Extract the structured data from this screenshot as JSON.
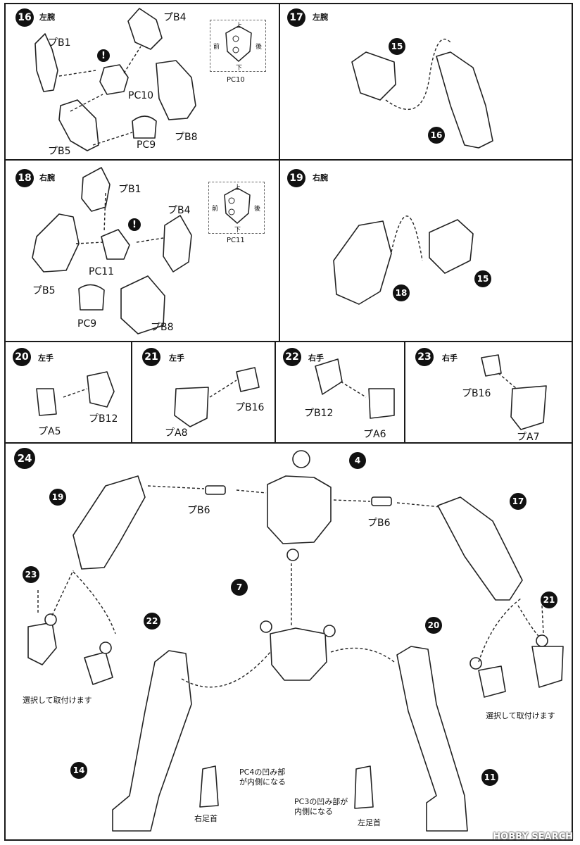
{
  "steps": {
    "s16": {
      "num": "16",
      "title": "左腕",
      "parts": [
        "プB1",
        "プB4",
        "PC10",
        "プB5",
        "PC9",
        "プB8"
      ],
      "pc_label": "PC10"
    },
    "s17": {
      "num": "17",
      "title": "左腕",
      "refs": [
        "15",
        "16"
      ]
    },
    "s18": {
      "num": "18",
      "title": "右腕",
      "parts": [
        "プB1",
        "プB4",
        "PC11",
        "プB5",
        "PC9",
        "プB8"
      ],
      "pc_label": "PC11"
    },
    "s19": {
      "num": "19",
      "title": "右腕",
      "refs": [
        "18",
        "15"
      ]
    },
    "s20": {
      "num": "20",
      "title": "左手",
      "parts": [
        "プA5",
        "プB12"
      ]
    },
    "s21": {
      "num": "21",
      "title": "左手",
      "parts": [
        "プA8",
        "プB16"
      ]
    },
    "s22": {
      "num": "22",
      "title": "右手",
      "parts": [
        "プB12",
        "プA6"
      ]
    },
    "s23": {
      "num": "23",
      "title": "右手",
      "parts": [
        "プB16",
        "プA7"
      ]
    },
    "s24": {
      "num": "24",
      "refs": [
        "19",
        "4",
        "17",
        "23",
        "22",
        "7",
        "20",
        "21",
        "14",
        "11"
      ],
      "parts": [
        "プB6",
        "プB6"
      ],
      "notes": {
        "select_left": "選択して取付けます",
        "select_right": "選択して取付けます",
        "pc4_line1": "PC4の凹み部",
        "pc4_line2": "が内側になる",
        "right_ankle": "右足首",
        "pc3_line1": "PC3の凹み部が",
        "pc3_line2": "内側になる",
        "left_ankle": "左足首"
      }
    }
  },
  "pc_diagram": {
    "up": "上",
    "down": "下",
    "front": "前",
    "back": "後"
  },
  "warning_mark": "!",
  "watermark": "HOBBY SEARCH"
}
